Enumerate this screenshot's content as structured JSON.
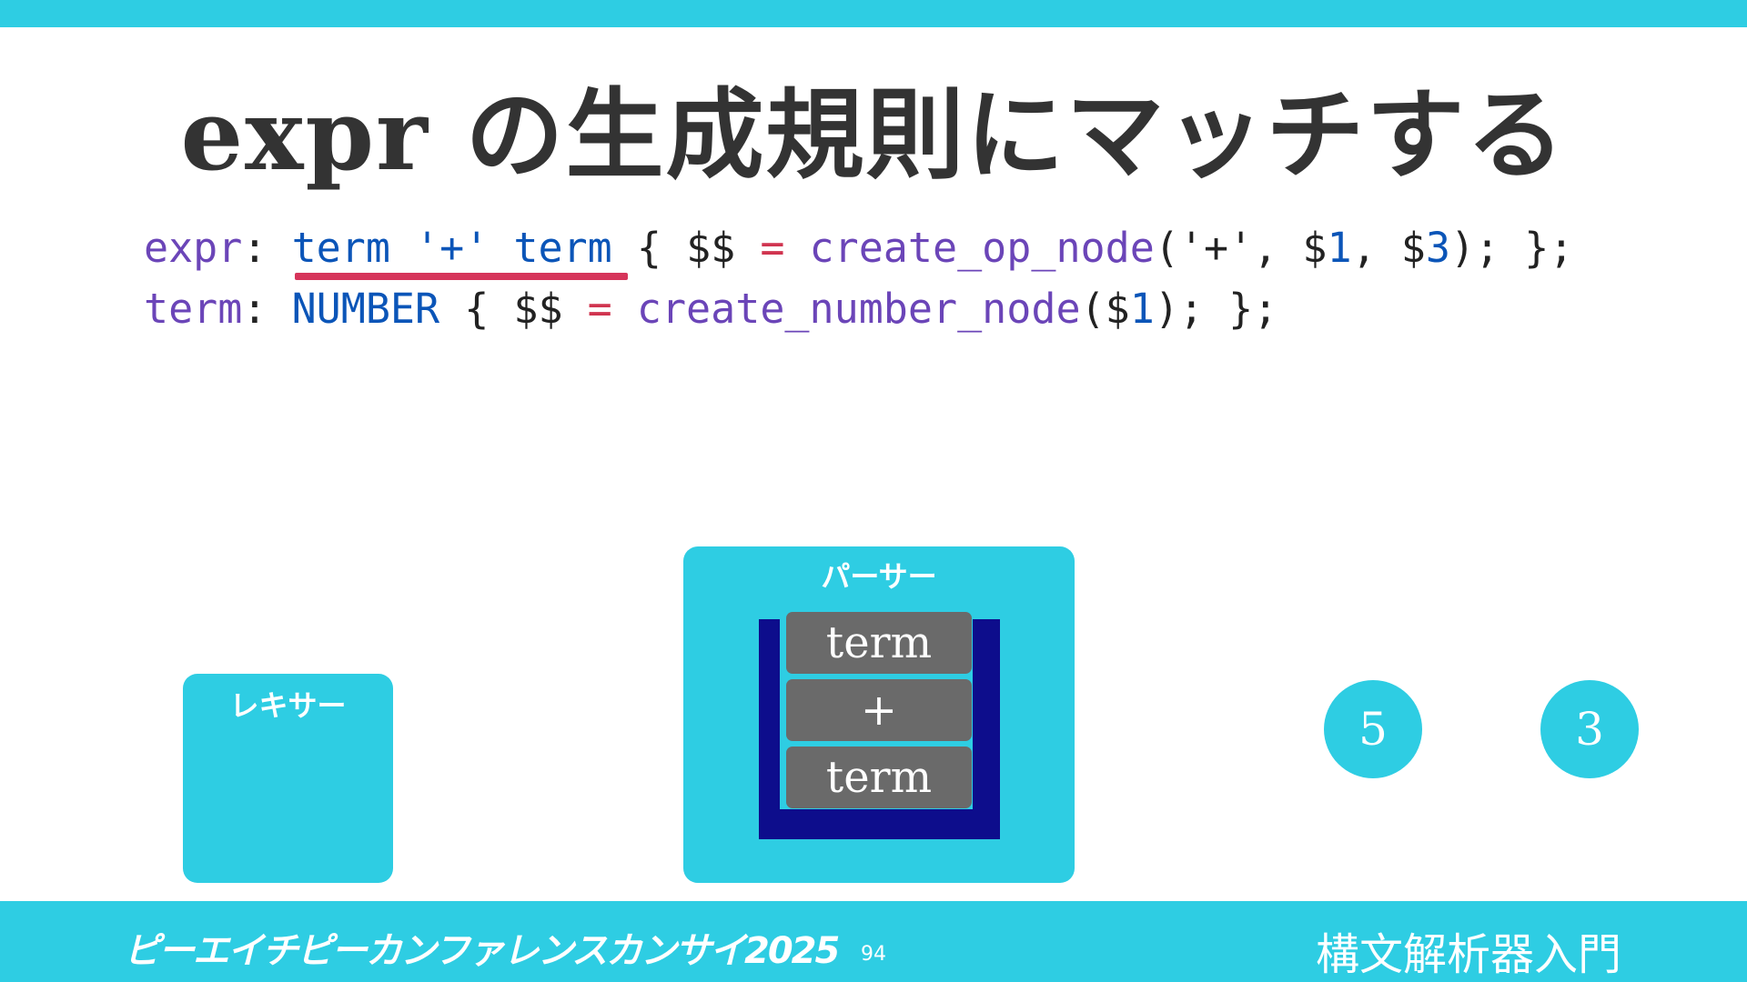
{
  "title": "expr の生成規則にマッチする",
  "code": {
    "line1": {
      "rule": "expr",
      "colon": ": ",
      "t1": "term",
      "plus": " '+' ",
      "t2": "term",
      "open": " { ",
      "dollars": "$$",
      "eq": " = ",
      "fn": "create_op_node",
      "args_a": "('+', ",
      "d1": "$1",
      "comma": ", ",
      "d3": "$3",
      "close": "); };"
    },
    "line2": {
      "rule": "term",
      "colon": ": ",
      "tok": "NUMBER",
      "open": " { ",
      "dollars": "$$",
      "eq": " = ",
      "fn": "create_number_node",
      "paren": "(",
      "d1": "$1",
      "close": "); };"
    }
  },
  "lexer": {
    "label": "レキサー"
  },
  "parser": {
    "label": "パーサー",
    "stack": [
      "term",
      "+",
      "term"
    ]
  },
  "tokens": [
    "5",
    "3"
  ],
  "footer": {
    "conference": "ピーエイチピーカンファレンスカンサイ2025",
    "page": "94",
    "talk": "構文解析器入門"
  },
  "colors": {
    "accent": "#2ecde3",
    "underline": "#d6345a",
    "stack_frame": "#0d0d8c",
    "stack_item": "#6a6a6a"
  }
}
